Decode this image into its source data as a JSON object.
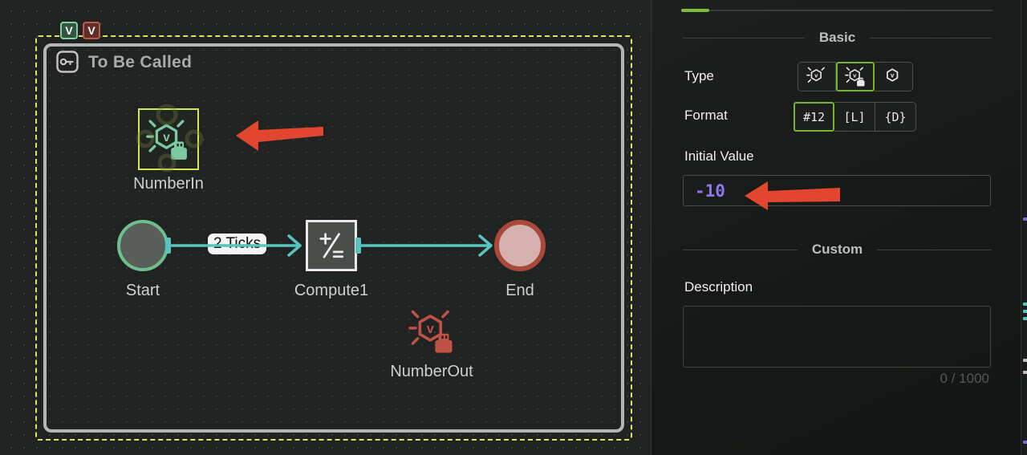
{
  "canvas": {
    "group": {
      "title": "To Be Called"
    },
    "badges": [
      {
        "label": "V"
      },
      {
        "label": "V"
      }
    ],
    "nodes": {
      "number_in": {
        "label": "NumberIn"
      },
      "start": {
        "label": "Start"
      },
      "compute": {
        "label": "Compute1"
      },
      "end": {
        "label": "End"
      },
      "number_out": {
        "label": "NumberOut"
      }
    },
    "edges": {
      "start_to_compute": {
        "label": "2 Ticks"
      }
    }
  },
  "panel": {
    "sections": {
      "basic": "Basic",
      "custom": "Custom"
    },
    "fields": {
      "type": {
        "label": "Type",
        "options": [
          "variable-spark-icon",
          "variable-spark-lock-icon",
          "variable-plain-icon"
        ],
        "selected_index": 1
      },
      "format": {
        "label": "Format",
        "options": [
          "#12",
          "[L]",
          "{D}"
        ],
        "selected_index": 0
      },
      "initial_value": {
        "label": "Initial Value",
        "value": "-10"
      },
      "description": {
        "label": "Description",
        "value": "",
        "counter": "0 / 1000"
      }
    }
  },
  "colors": {
    "accent_green": "#72b52f",
    "selection_yellow": "#d9e65c",
    "edge_teal": "#58c4bd",
    "node_green": "#7dc9a1",
    "node_red": "#bf5244",
    "arrow_red": "#e2462e",
    "value_purple": "#8d76e9"
  }
}
